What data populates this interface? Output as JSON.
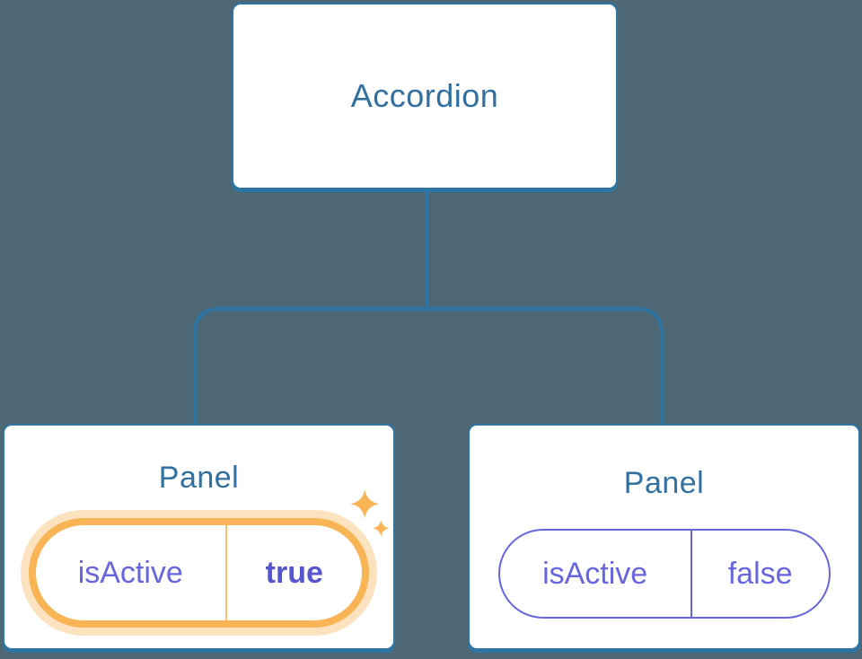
{
  "diagram": {
    "root": {
      "label": "Accordion"
    },
    "panels": [
      {
        "title": "Panel",
        "prop_key": "isActive",
        "prop_value": "true",
        "highlighted": true
      },
      {
        "title": "Panel",
        "prop_key": "isActive",
        "prop_value": "false",
        "highlighted": false
      }
    ],
    "icons": {
      "sparkles": "sparkles-icon"
    },
    "colors": {
      "background": "#4D6874",
      "node_border": "#2E75A4",
      "node_text": "#3170A0",
      "prop_text": "#6765DF",
      "prop_value_active_text": "#5654CE",
      "highlight_orange": "#F8B455",
      "highlight_glow": "rgba(248,180,85,0.38)"
    }
  }
}
